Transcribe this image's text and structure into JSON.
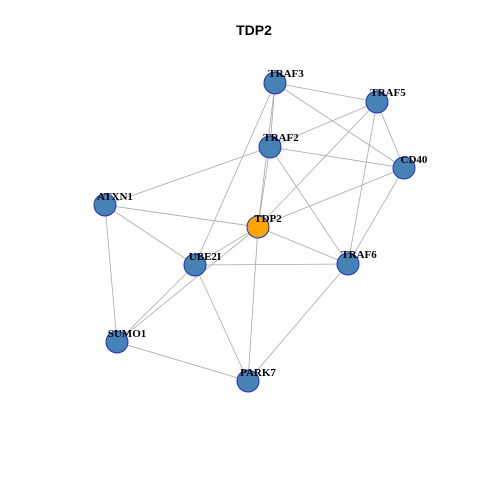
{
  "title": "TDP2",
  "colors": {
    "node_default": "#4682b4",
    "node_center": "#ffa500",
    "node_border": "#1f2fbf",
    "edge": "#a9a9a9"
  },
  "nodes": [
    {
      "id": "TRAF3",
      "label": "TRAF3",
      "center": false
    },
    {
      "id": "TRAF5",
      "label": "TRAF5",
      "center": false
    },
    {
      "id": "TRAF2",
      "label": "TRAF2",
      "center": false
    },
    {
      "id": "CD40",
      "label": "CD40",
      "center": false
    },
    {
      "id": "ATXN1",
      "label": "ATXN1",
      "center": false
    },
    {
      "id": "TDP2",
      "label": "TDP2",
      "center": true
    },
    {
      "id": "UBE2I",
      "label": "UBE2I",
      "center": false
    },
    {
      "id": "TRAF6",
      "label": "TRAF6",
      "center": false
    },
    {
      "id": "SUMO1",
      "label": "SUMO1",
      "center": false
    },
    {
      "id": "PARK7",
      "label": "PARK7",
      "center": false
    }
  ],
  "edges": [
    [
      "TRAF3",
      "TRAF5"
    ],
    [
      "TRAF3",
      "TRAF2"
    ],
    [
      "TRAF3",
      "CD40"
    ],
    [
      "TRAF3",
      "TDP2"
    ],
    [
      "TRAF3",
      "UBE2I"
    ],
    [
      "TRAF5",
      "TRAF2"
    ],
    [
      "TRAF5",
      "CD40"
    ],
    [
      "TRAF5",
      "TDP2"
    ],
    [
      "TRAF5",
      "TRAF6"
    ],
    [
      "TRAF2",
      "CD40"
    ],
    [
      "TRAF2",
      "ATXN1"
    ],
    [
      "TRAF2",
      "TDP2"
    ],
    [
      "TRAF2",
      "TRAF6"
    ],
    [
      "CD40",
      "TDP2"
    ],
    [
      "CD40",
      "TRAF6"
    ],
    [
      "ATXN1",
      "TDP2"
    ],
    [
      "ATXN1",
      "UBE2I"
    ],
    [
      "ATXN1",
      "SUMO1"
    ],
    [
      "TDP2",
      "UBE2I"
    ],
    [
      "TDP2",
      "TRAF6"
    ],
    [
      "TDP2",
      "PARK7"
    ],
    [
      "UBE2I",
      "TRAF6"
    ],
    [
      "UBE2I",
      "SUMO1"
    ],
    [
      "UBE2I",
      "PARK7"
    ],
    [
      "TDP2",
      "SUMO1"
    ],
    [
      "SUMO1",
      "PARK7"
    ],
    [
      "TRAF6",
      "PARK7"
    ]
  ]
}
